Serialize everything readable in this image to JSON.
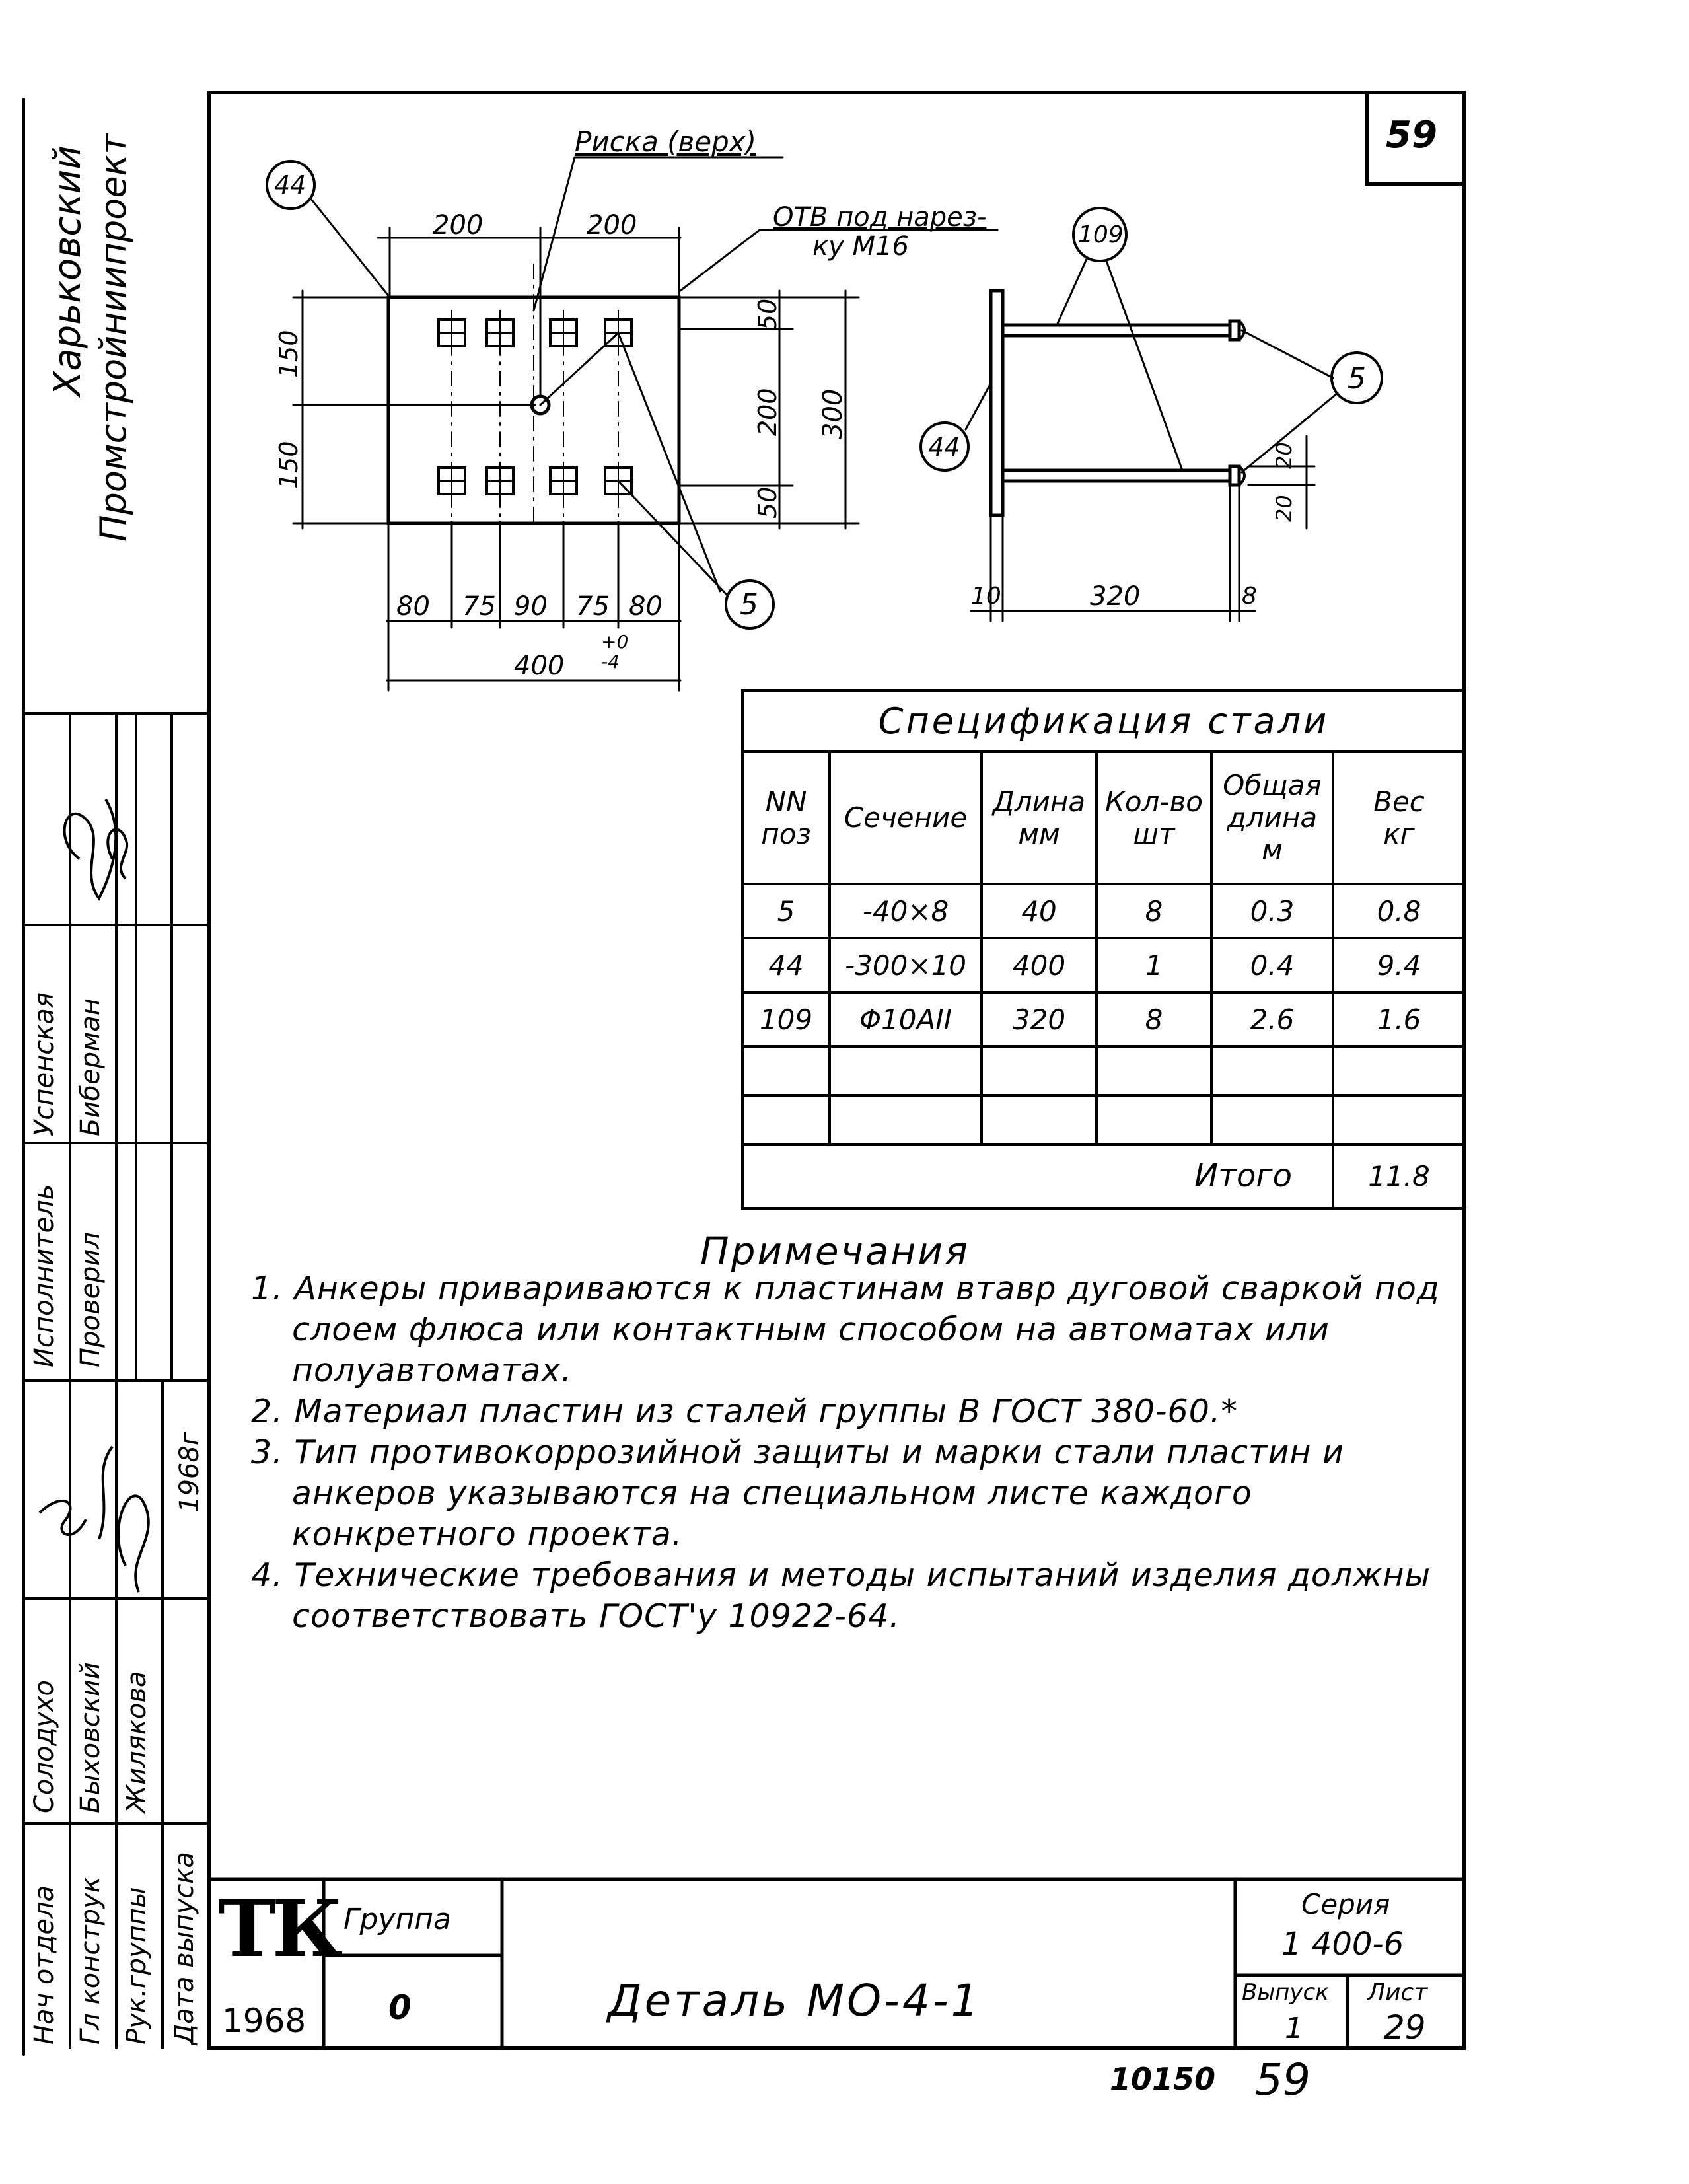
{
  "sheet": {
    "sheet_number_box": "59",
    "bottom_number": "59",
    "archive_number": "10150"
  },
  "side_stamp": {
    "org_line1": "Харьковский",
    "org_line2": "Промстройниипроект",
    "roles": [
      "Нач отдела",
      "Гл конструк",
      "Рук.группы",
      "Дата выпуска"
    ],
    "names": [
      "Солодухо",
      "Быховский",
      "Жилякова"
    ],
    "roles2": [
      "Исполнитель",
      "Проверил"
    ],
    "names2": [
      "Успенская",
      "Биберман"
    ],
    "year": "1968г"
  },
  "drawing": {
    "labels": {
      "risk_top": "Риска (верх)",
      "hole_note_line1": "ОТВ под нарез-",
      "hole_note_line2": "ку  М16",
      "pos_44": "44",
      "pos_5": "5",
      "pos_109": "109"
    },
    "dims_plan": {
      "top_left": "200",
      "top_right": "200",
      "left_upper": "150",
      "left_lower": "150",
      "right_top": "50",
      "right_mid": "200",
      "right_bottom": "50",
      "right_total": "300",
      "bottom_segments": [
        "80",
        "75",
        "90",
        "75",
        "80"
      ],
      "bottom_total": "400",
      "tol_plus": "+0",
      "tol_minus": "-4"
    },
    "dims_side": {
      "plate": "10",
      "length": "320",
      "end": "8",
      "washer_a": "20",
      "washer_b": "20"
    }
  },
  "spec": {
    "title": "Спецификация   стали",
    "headers": [
      [
        "NN",
        "поз"
      ],
      [
        "",
        "Сечение"
      ],
      [
        "Длина",
        "мм"
      ],
      [
        "Кол-во",
        "шт"
      ],
      [
        "Общая",
        "длина",
        "м"
      ],
      [
        "Вес",
        "кг"
      ]
    ],
    "rows": [
      [
        "5",
        "-40×8",
        "40",
        "8",
        "0.3",
        "0.8"
      ],
      [
        "44",
        "-300×10",
        "400",
        "1",
        "0.4",
        "9.4"
      ],
      [
        "109",
        "Φ10АII",
        "320",
        "8",
        "2.6",
        "1.6"
      ],
      [
        "",
        "",
        "",
        "",
        "",
        ""
      ],
      [
        "",
        "",
        "",
        "",
        "",
        ""
      ]
    ],
    "total_label": "Итого",
    "total_value": "11.8"
  },
  "notes": {
    "title": "Примечания",
    "items": [
      "1. Анкеры привариваются к пластинам втавр дуговой сваркой под слоем флюса или контактным способом на автоматах или полуавтоматах.",
      "2. Материал пластин из сталей группы В ГОСТ 380-60.*",
      "3. Тип противокоррозийной защиты и марки стали пластин и анкеров указываются на специальном листе каждого конкретного проекта.",
      "4. Технические требования и методы испытаний изделия должны соответствовать ГОСТ'у 10922-64."
    ]
  },
  "title_block": {
    "logo": "ТК",
    "logo_year": "1968",
    "group_label": "Группа",
    "group_value": "0",
    "title": "Деталь  МО-4-1",
    "series_label": "Серия",
    "series_value": "1 400-6",
    "issue_label": "Выпуск",
    "issue_value": "1",
    "sheet_label": "Лист",
    "sheet_value": "29"
  }
}
